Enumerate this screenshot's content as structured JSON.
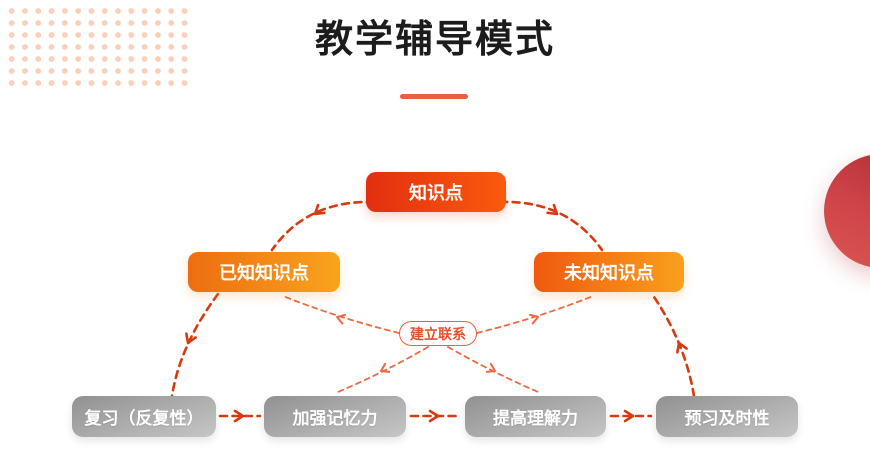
{
  "title": {
    "text": "教学辅导模式"
  },
  "decorations": {
    "dot_grid": "dot-pattern-top-left",
    "accent_circle": "red-gradient-circle-right-edge"
  },
  "colors": {
    "title_text": "#1c1c1c",
    "title_underline": "#e8603e",
    "arrow_main": "#d83a10",
    "arrow_light": "#ec6a41",
    "node_knowledge_gradient": [
      "#e22f10",
      "#fb5a0e"
    ],
    "node_known_gradient": [
      "#ed6d10",
      "#f9a41d"
    ],
    "node_unknown_gradient": [
      "#f0590f",
      "#f9a01c"
    ],
    "gray_button_gradient": [
      "#919191",
      "#c6c6c6"
    ],
    "pill_border": "#ef5f38",
    "pill_text": "#e8512e",
    "dots": "#fbcfba",
    "circle_gradient": [
      "#b23138",
      "#d95450"
    ]
  },
  "diagram": {
    "nodes": {
      "knowledge": {
        "label": "知识点"
      },
      "known": {
        "label": "已知知识点"
      },
      "unknown": {
        "label": "未知知识点"
      },
      "connect": {
        "label": "建立联系"
      },
      "review": {
        "label": "复习（反复性）"
      },
      "memory": {
        "label": "加强记忆力"
      },
      "comprehension": {
        "label": "提高理解力"
      },
      "preview": {
        "label": "预习及时性"
      }
    },
    "edges": [
      {
        "from": "知识点",
        "to": "已知知识点",
        "style": "dashed-arrow"
      },
      {
        "from": "知识点",
        "to": "未知知识点",
        "style": "dashed-arrow"
      },
      {
        "from": "已知知识点",
        "to": "复习（反复性）",
        "style": "dashed-arrow"
      },
      {
        "from": "预习及时性",
        "to": "未知知识点",
        "style": "dashed-arrow"
      },
      {
        "from": "建立联系",
        "to": "已知知识点",
        "style": "dashed-arrow-light"
      },
      {
        "from": "建立联系",
        "to": "未知知识点",
        "style": "dashed-arrow-light"
      },
      {
        "from": "建立联系",
        "to": "加强记忆力",
        "style": "dashed-arrow-light"
      },
      {
        "from": "建立联系",
        "to": "提高理解力",
        "style": "dashed-arrow-light"
      },
      {
        "from": "复习（反复性）",
        "to": "加强记忆力",
        "style": "dashed-arrow"
      },
      {
        "from": "加强记忆力",
        "to": "提高理解力",
        "style": "dashed-arrow"
      },
      {
        "from": "提高理解力",
        "to": "预习及时性",
        "style": "dashed-arrow"
      }
    ]
  }
}
